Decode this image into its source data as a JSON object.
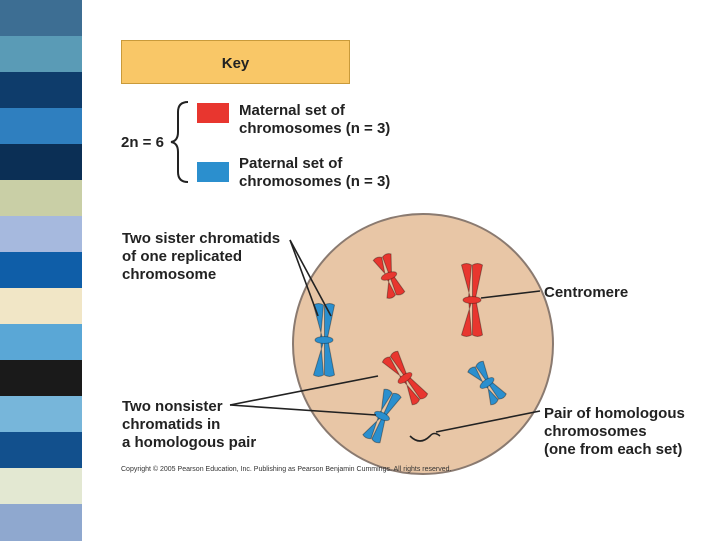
{
  "colors": {
    "stripe": [
      "#3d6e93",
      "#5a9bb6",
      "#0e3c6b",
      "#2f7fbf",
      "#0b2f55",
      "#c9cfa6",
      "#a6b9de",
      "#0f5ea8",
      "#f1e6c6",
      "#5aa7d6",
      "#1a1a1a",
      "#77b6da",
      "#12508d",
      "#e3e8d2",
      "#8fa8cf"
    ],
    "maternal": "#e8362f",
    "paternal": "#2b8fce",
    "key_fill": "#f9c767",
    "cell_fill": "#e8c6a6"
  },
  "key": {
    "title": "Key",
    "ploidy_label": "2n = 6",
    "maternal_line1": "Maternal set of",
    "maternal_line2": "chromosomes (n = 3)",
    "paternal_line1": "Paternal set of",
    "paternal_line2": "chromosomes (n = 3)"
  },
  "labels": {
    "sister_line1": "Two sister chromatids",
    "sister_line2": "of one replicated",
    "sister_line3": "chromosome",
    "centromere": "Centromere",
    "nonsister_line1": "Two nonsister",
    "nonsister_line2": "chromatids in",
    "nonsister_line3": "a homologous pair",
    "homolog_line1": "Pair of homologous",
    "homolog_line2": "chromosomes",
    "homolog_line3": "(one from each set)"
  },
  "copyright": "Copyright © 2005 Pearson Education, Inc. Publishing as Pearson Benjamin Cummings. All rights reserved."
}
